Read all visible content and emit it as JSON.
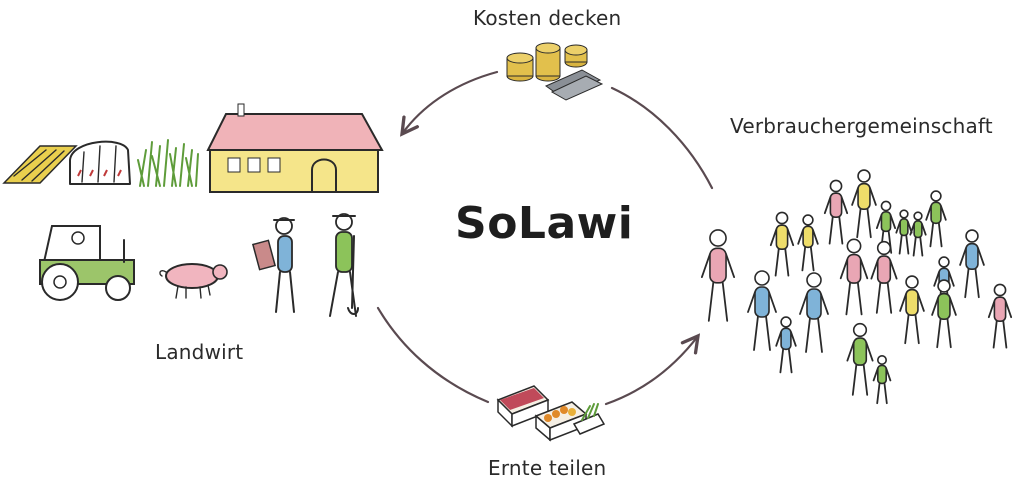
{
  "title": "SoLawi",
  "labels": {
    "top": "Kosten decken",
    "right": "Verbrauchergemeinschaft",
    "left": "Landwirt",
    "bottom": "Ernte teilen"
  },
  "colors": {
    "farmhouse": "#f5e58a",
    "roof": "#f0b3b8",
    "tractor": "#9cc56a",
    "pig": "#f1b5bf",
    "field": "#e9cf4e",
    "grass": "#5e9c3a",
    "coins": "#d9b440",
    "person_pink": "#e9a6b4",
    "person_blue": "#7fb3d8",
    "person_green": "#8cc35a",
    "person_yellow": "#eedd6a",
    "arrow": "#5a4a50"
  },
  "icons": [
    "farm-illustration",
    "coins-icon",
    "vegetable-crates-icon",
    "community-people-illustration",
    "cycle-arrows"
  ]
}
